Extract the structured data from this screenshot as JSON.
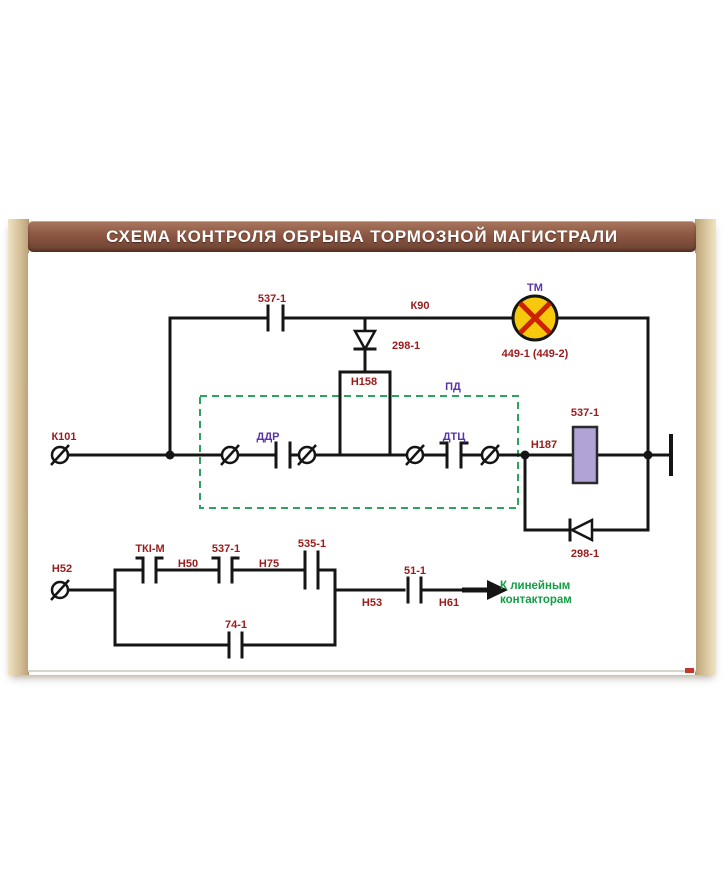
{
  "title": "СХЕМА КОНТРОЛЯ ОБРЫВА ТОРМОЗНОЙ МАГИСТРАЛИ",
  "schematic": {
    "top": {
      "contact_537": "537-1",
      "wire_k90": "К90",
      "lamp_name": "ТМ",
      "lamp_id": "449-1 (449-2)",
      "diode_298": "298-1",
      "node_n158": "Н158"
    },
    "detector": {
      "box_label": "ПД",
      "terminal_k101": "К101",
      "sensor_ddr": "ДДР",
      "sensor_dtc": "ДТЦ",
      "node_n187": "Н187",
      "coil_537": "537-1",
      "diode_298": "298-1"
    },
    "bottom": {
      "terminal_n52": "Н52",
      "contact_tki": "ТКI-М",
      "wire_n50": "Н50",
      "contact_537": "537-1",
      "wire_n75": "Н75",
      "contact_535": "535-1",
      "contact_74": "74-1",
      "wire_n53": "Н53",
      "contact_51": "51-1",
      "wire_n61": "Н61",
      "arrow_text_1": "К линейным",
      "arrow_text_2": "контакторам"
    }
  },
  "colors": {
    "label_red": "#9a1b1b",
    "label_purple": "#5b35a8",
    "label_green": "#129e44",
    "wire": "#151515",
    "lamp_yellow": "#f6c90c",
    "lamp_red": "#cc2200",
    "coil_fill": "#b1a3d6",
    "box_green": "#2aa55e",
    "titlebar_brown": "#8c5743",
    "frame_tan": "#d7c39c"
  }
}
